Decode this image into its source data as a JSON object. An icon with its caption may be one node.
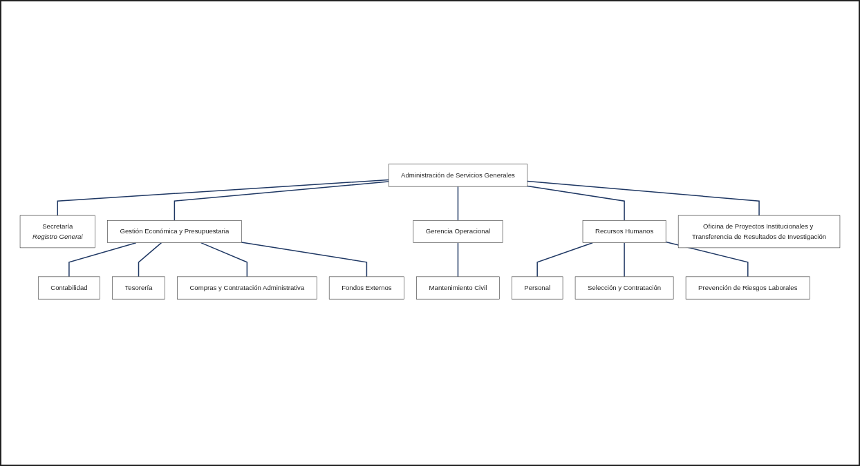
{
  "diagram": {
    "nodes": [
      {
        "text": [
          "Administración de Servicios Generales"
        ]
      },
      {
        "text": [
          "Secretaría",
          "Registro General"
        ]
      },
      {
        "text": [
          "Gestión Económica y Presupuestaria"
        ]
      },
      {
        "text": [
          "Gerencia Operacional"
        ]
      },
      {
        "text": [
          "Recursos Humanos"
        ]
      },
      {
        "text": [
          "Oficina de Proyectos Institucionales y Transferencia de Resultados de Investigación"
        ]
      },
      {
        "text": [
          "Contabilidad"
        ]
      },
      {
        "text": [
          "Tesorería"
        ]
      },
      {
        "text": [
          "Compras y Contratación Administrativa"
        ]
      },
      {
        "text": [
          "Fondos Externos"
        ]
      },
      {
        "text": [
          "Mantenimiento Civil"
        ]
      },
      {
        "text": [
          "Personal"
        ]
      },
      {
        "text": [
          "Selección y Contratación"
        ]
      },
      {
        "text": [
          "Prevención de Riesgos Laborales"
        ]
      }
    ],
    "edges": [
      {
        "from": 0,
        "to": 1,
        "arrow": "none"
      },
      {
        "from": 0,
        "to": 2,
        "arrow": "none"
      },
      {
        "from": 0,
        "to": 3,
        "arrow": "none"
      },
      {
        "from": 0,
        "to": 4,
        "arrow": "none"
      },
      {
        "from": 0,
        "to": 5,
        "arrow": "none"
      },
      {
        "from": 2,
        "to": 6,
        "arrow": "none"
      },
      {
        "from": 2,
        "to": 7,
        "arrow": "none"
      },
      {
        "from": 2,
        "to": 8,
        "arrow": "none"
      },
      {
        "from": 2,
        "to": 9,
        "arrow": "none"
      },
      {
        "from": 3,
        "to": 10,
        "arrow": "none"
      },
      {
        "from": 4,
        "to": 11,
        "arrow": "none"
      },
      {
        "from": 4,
        "to": 12,
        "arrow": "none"
      },
      {
        "from": 4,
        "to": 13,
        "arrow": "none"
      }
    ]
  }
}
